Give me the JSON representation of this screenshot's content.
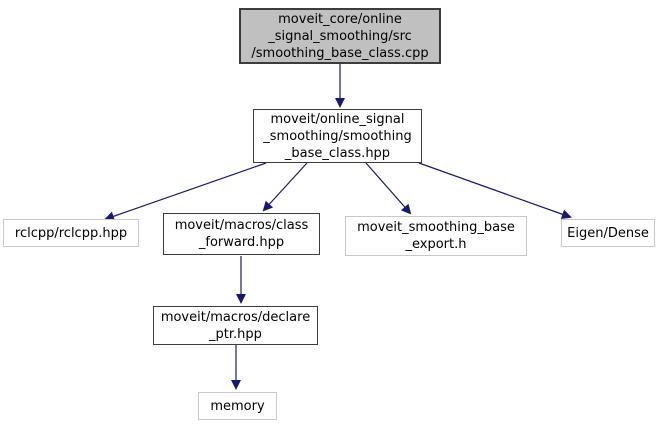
{
  "graph": {
    "kind": "include-dependency-graph",
    "colors": {
      "arrow": "#191970",
      "dark_border": "#3c3c3c",
      "light_border": "#c8c8c8",
      "node_fill": "#ffffff",
      "highlight_fill": "#c0c0c0",
      "text": "#000000",
      "background": "#ffffff"
    },
    "nodes": [
      {
        "id": "smoothing-base-class-cpp",
        "label": "moveit_core/online_signal_smoothing/src/smoothing_base_class.cpp",
        "lines": [
          "moveit_core/online",
          "_signal_smoothing/src",
          "/smoothing_base_class.cpp"
        ],
        "style": "root"
      },
      {
        "id": "smoothing-base-class-hpp",
        "label": "moveit/online_signal_smoothing/smoothing_base_class.hpp",
        "lines": [
          "moveit/online_signal",
          "_smoothing/smoothing",
          "_base_class.hpp"
        ],
        "style": "dark"
      },
      {
        "id": "rclcpp-hpp",
        "label": "rclcpp/rclcpp.hpp",
        "lines": [
          "rclcpp/rclcpp.hpp"
        ],
        "style": "light"
      },
      {
        "id": "class-forward-hpp",
        "label": "moveit/macros/class_forward.hpp",
        "lines": [
          "moveit/macros/class",
          "_forward.hpp"
        ],
        "style": "dark"
      },
      {
        "id": "moveit-smoothing-base-export-h",
        "label": "moveit_smoothing_base_export.h",
        "lines": [
          "moveit_smoothing_base",
          "_export.h"
        ],
        "style": "light"
      },
      {
        "id": "eigen-dense",
        "label": "Eigen/Dense",
        "lines": [
          "Eigen/Dense"
        ],
        "style": "light"
      },
      {
        "id": "declare-ptr-hpp",
        "label": "moveit/macros/declare_ptr.hpp",
        "lines": [
          "moveit/macros/declare",
          "_ptr.hpp"
        ],
        "style": "dark"
      },
      {
        "id": "memory",
        "label": "memory",
        "lines": [
          "memory"
        ],
        "style": "light"
      }
    ],
    "edges": [
      {
        "from": "smoothing-base-class-cpp",
        "to": "smoothing-base-class-hpp"
      },
      {
        "from": "smoothing-base-class-hpp",
        "to": "rclcpp-hpp"
      },
      {
        "from": "smoothing-base-class-hpp",
        "to": "class-forward-hpp"
      },
      {
        "from": "smoothing-base-class-hpp",
        "to": "moveit-smoothing-base-export-h"
      },
      {
        "from": "smoothing-base-class-hpp",
        "to": "eigen-dense"
      },
      {
        "from": "class-forward-hpp",
        "to": "declare-ptr-hpp"
      },
      {
        "from": "declare-ptr-hpp",
        "to": "memory"
      }
    ]
  }
}
